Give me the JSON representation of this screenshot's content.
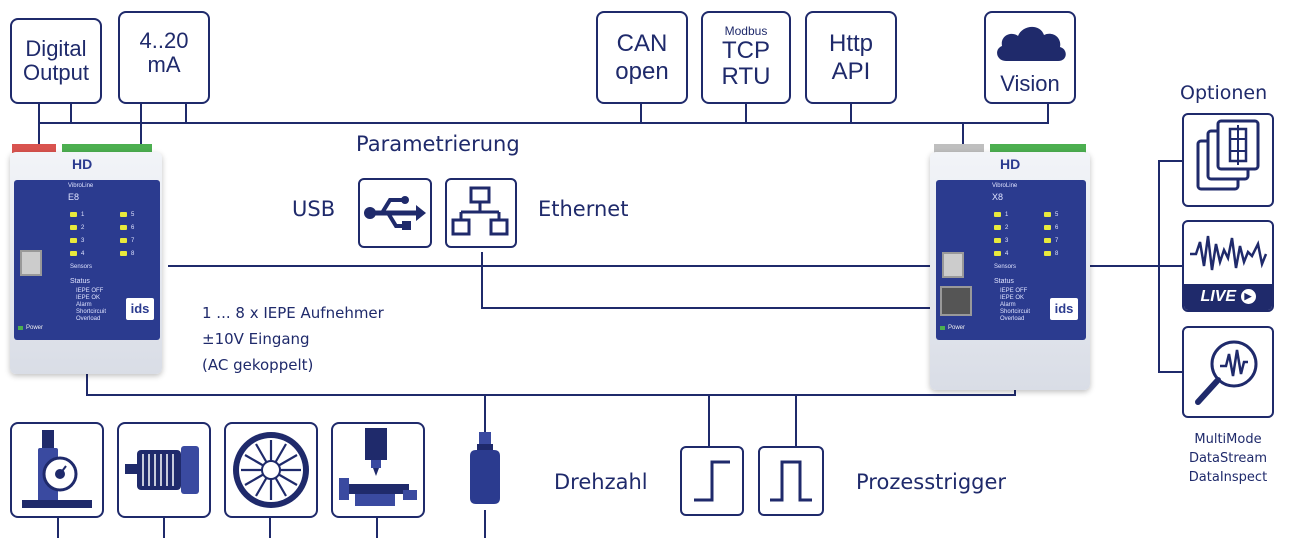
{
  "colors": {
    "primary": "#1f2a6b",
    "panel": "#2b3b8f",
    "terminal_green": "#4caf50",
    "terminal_red": "#d9534f"
  },
  "top_boxes": {
    "digital_output": [
      "Digital",
      "Output"
    ],
    "current_loop": [
      "4..20",
      "mA"
    ],
    "canopen": [
      "CAN",
      "open"
    ],
    "modbus": {
      "small": "Modbus",
      "lines": [
        "TCP",
        "RTU"
      ]
    },
    "http": [
      "Http",
      "API"
    ],
    "vision": "Vision"
  },
  "labels": {
    "parametrierung": "Parametrierung",
    "usb": "USB",
    "ethernet": "Ethernet",
    "inputs": [
      "1 ... 8 x IEPE Aufnehmer",
      "±10V Eingang",
      "(AC gekoppelt)"
    ],
    "drehzahl": "Drehzahl",
    "prozesstrigger": "Prozesstrigger",
    "optionen": "Optionen",
    "options_list": [
      "MultiMode",
      "DataStream",
      "DataInspect"
    ],
    "live": "LIVE"
  },
  "device_left": {
    "brand": "VibroLine",
    "model": "E8",
    "logo": "ids",
    "power": "Power",
    "sensors": "Sensors",
    "status": "Status",
    "status_items": [
      "IEPE OFF",
      "IEPE OK",
      "Alarm",
      "Shortcircuit",
      "Overload"
    ],
    "channels": [
      "1",
      "2",
      "3",
      "4",
      "5",
      "6",
      "7",
      "8"
    ],
    "hd": "HD"
  },
  "device_right": {
    "brand": "VibroLine",
    "model": "X8",
    "logo": "ids",
    "power": "Power",
    "sensors": "Sensors",
    "status": "Status",
    "status_items": [
      "IEPE OFF",
      "IEPE OK",
      "Alarm",
      "Shortcircuit",
      "Overload"
    ],
    "channels": [
      "1",
      "2",
      "3",
      "4",
      "5",
      "6",
      "7",
      "8"
    ],
    "hd": "HD"
  },
  "icons": {
    "usb": "usb-icon",
    "ethernet": "network-icon",
    "cloud": "cloud-icon",
    "multimode": "layers-icon",
    "datastream": "waveform-live-icon",
    "datainspect": "magnifier-icon",
    "bearing": "bearing-icon",
    "motor": "motor-icon",
    "turbine": "turbine-icon",
    "machine_tool": "machine-tool-icon",
    "sensor": "accelerometer-icon",
    "step": "step-signal-icon",
    "pulse": "pulse-signal-icon"
  }
}
